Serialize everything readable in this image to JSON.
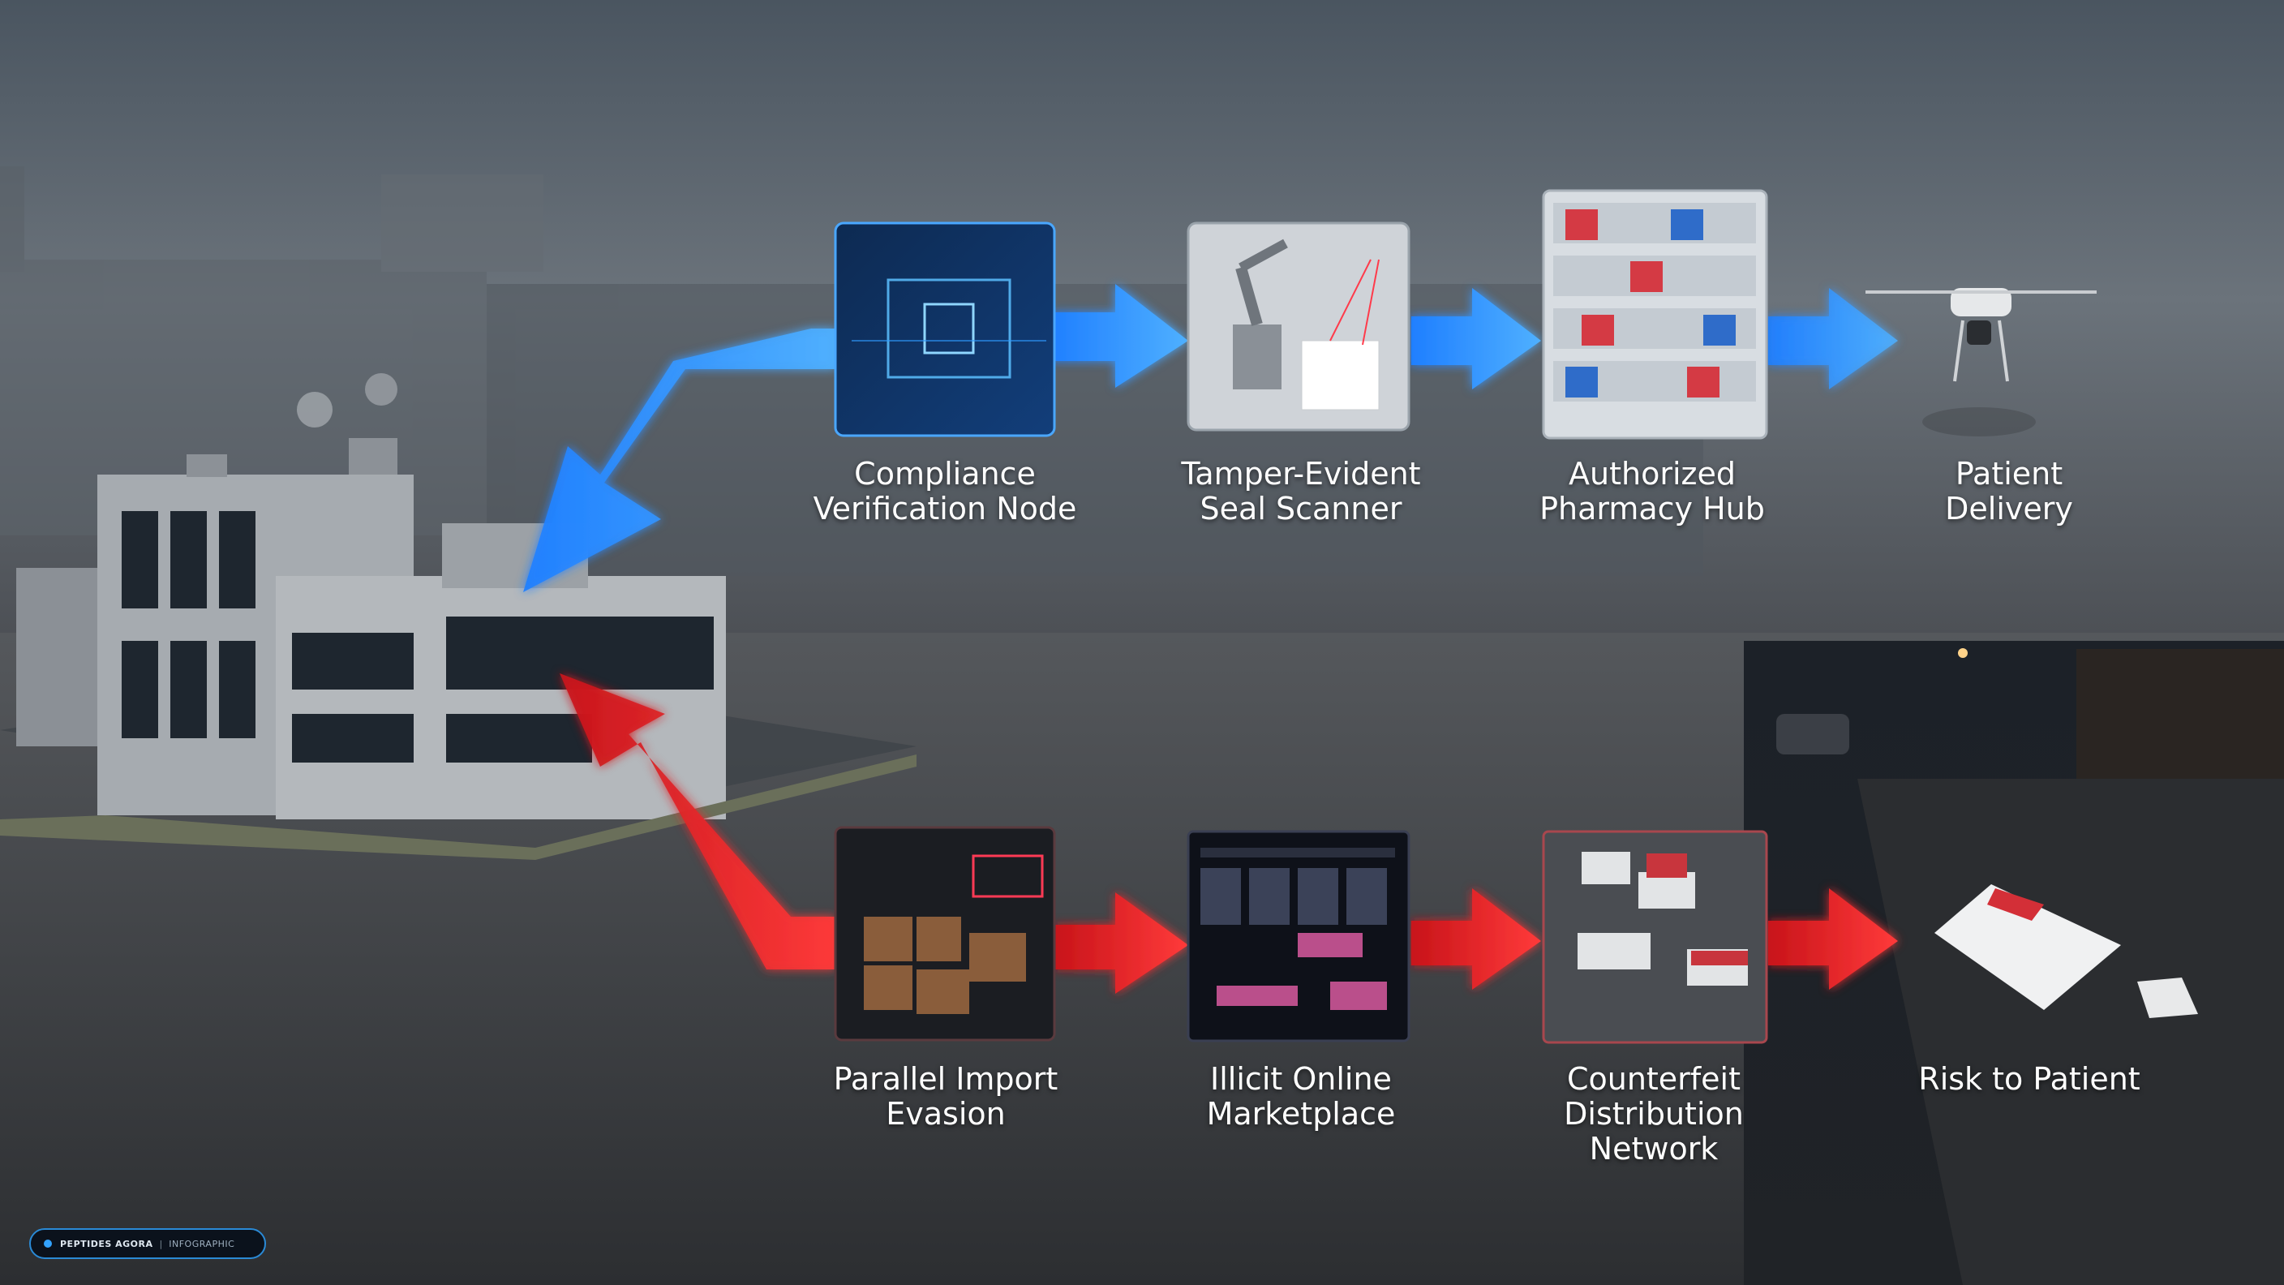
{
  "flow": {
    "legit": [
      {
        "label": [
          "Compliance",
          "Verification Node"
        ]
      },
      {
        "label": [
          "Tamper-Evident",
          "Seal Scanner"
        ]
      },
      {
        "label": [
          "Authorized",
          "Pharmacy Hub"
        ]
      },
      {
        "label": [
          "Patient",
          "Delivery"
        ]
      }
    ],
    "illicit": [
      {
        "label": [
          "Parallel Import",
          "Evasion"
        ]
      },
      {
        "label": [
          "Illicit Online",
          "Marketplace"
        ]
      },
      {
        "label": [
          "Counterfeit",
          "Distribution",
          "Network"
        ]
      },
      {
        "label": [
          "Risk to Patient"
        ]
      }
    ]
  },
  "badge": {
    "brand": "PEPTIDES AGORA",
    "separator": "|",
    "subtitle": "INFOGRAPHIC"
  },
  "colors": {
    "legit_accent": "#2f9bff",
    "illicit_accent": "#e8262b"
  }
}
